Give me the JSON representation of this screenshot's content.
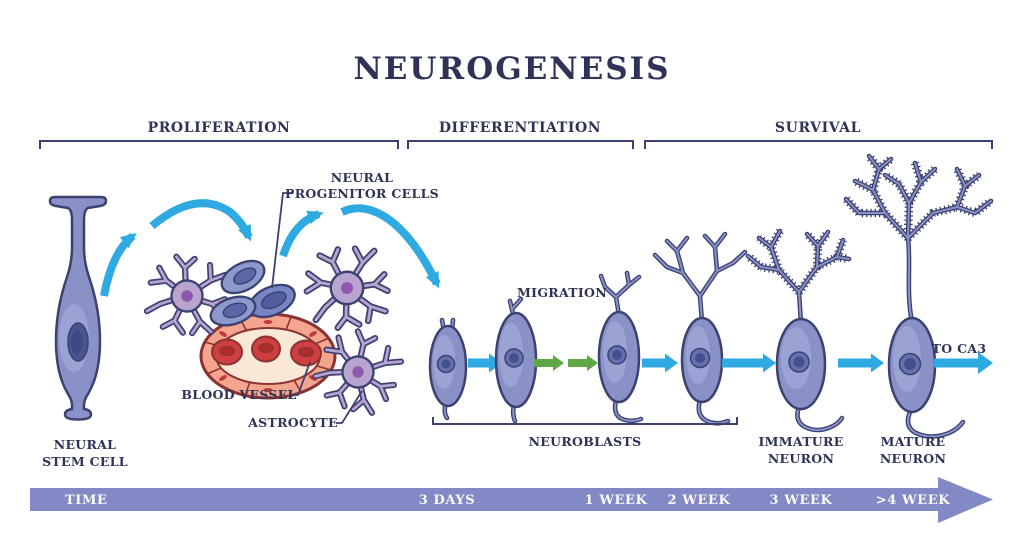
{
  "title": "NEUROGENESIS",
  "phases": {
    "proliferation": "PROLIFERATION",
    "differentiation": "DIFFERENTIATION",
    "survival": "SURVIVAL"
  },
  "labels": {
    "neural_stem_cell": [
      "NEURAL",
      "STEM CELL"
    ],
    "neural_progenitor_cells": [
      "NEURAL",
      "PROGENITOR CELLS"
    ],
    "blood_vessel": "BLOOD VESSEL",
    "astrocyte": "ASTROCYTE",
    "migration": "MIGRATION",
    "neuroblasts": "NEUROBLASTS",
    "immature_neuron": [
      "IMMATURE",
      "NEURON"
    ],
    "mature_neuron": [
      "MATURE",
      "NEURON"
    ],
    "to_ca3": "TO CA3"
  },
  "timeline": {
    "axis_label": "TIME",
    "ticks": [
      "3 DAYS",
      "1 WEEK",
      "2 WEEK",
      "3 WEEK",
      ">4 WEEK"
    ]
  },
  "colors": {
    "text_navy": "#2e3357",
    "outline_navy": "#3b4170",
    "cell_fill": "#8a91c7",
    "arrow_blue": "#2fa9e1",
    "arrow_green": "#5ea747",
    "astrocyte_purple": "#b9a3cf",
    "astrocyte_nucleus": "#8f58ae",
    "progenitor_blue": "#7c8ec8",
    "vessel_wall": "#f4a58d",
    "vessel_lumen": "#fae8d6",
    "rbc_red": "#ce4040",
    "timeline_bar": "#8289c5"
  }
}
